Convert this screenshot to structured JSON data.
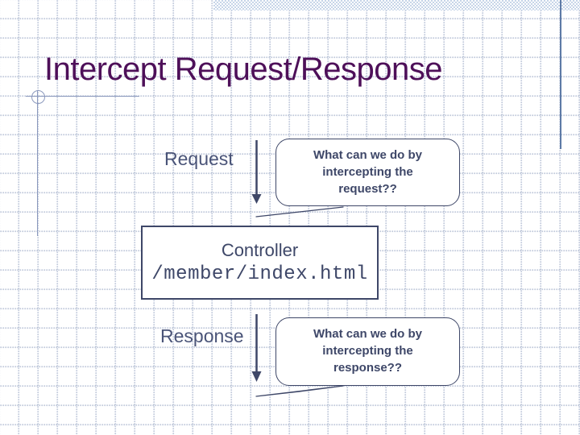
{
  "slide_title": "Intercept Request/Response",
  "request": {
    "label": "Request",
    "callout_lines": [
      "What can we do by",
      "intercepting the",
      "request??"
    ]
  },
  "controller": {
    "title": "Controller",
    "path": "/member/index.html"
  },
  "response": {
    "label": "Response",
    "callout_lines": [
      "What can we do by",
      "intercepting the",
      "response??"
    ]
  },
  "colors": {
    "title_text": "#4e1059",
    "ink": "#3e4768",
    "label_text": "#4a5478",
    "guide_lines": "#8b99bd",
    "edge_line": "#5d7aa6",
    "band_checker": "#c7d5e8",
    "grid_dots": "#94a3c1"
  }
}
